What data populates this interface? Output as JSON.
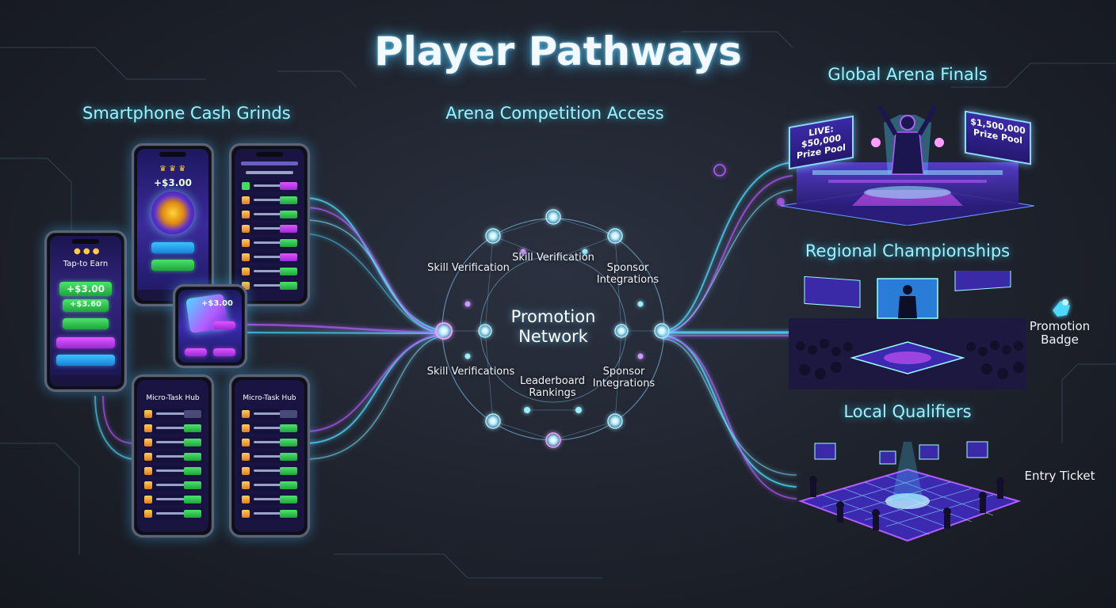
{
  "title": "Player Pathways",
  "sections": {
    "left": "Smartphone Cash Grinds",
    "center": "Arena Competition Access",
    "global": "Global Arena Finals",
    "regional": "Regional Championships",
    "local": "Local Qualifiers"
  },
  "hub": {
    "label": "Promotion Network"
  },
  "nodes": {
    "top_left": "Skill Verification",
    "top_center": "Skill Verification",
    "top_right": "Sponsor Integrations",
    "bottom_left": "Skill Verifications",
    "bottom_center": "Leaderboard Rankings",
    "bottom_right": "Sponsor Integrations"
  },
  "side_labels": {
    "promotion_badge": "Promotion Badge",
    "entry_ticket": "Entry Ticket"
  },
  "phones": {
    "tap_to_earn": {
      "title": "Tap-to Earn",
      "amount1": "+$3.00",
      "amount2": "+$3.60"
    },
    "spin": {
      "amount": "+$3.00"
    },
    "cube": {
      "amount": "+$3.00"
    },
    "micro_task_1": {
      "title": "Micro-Task Hub"
    },
    "micro_task_2": {
      "title": "Micro-Task Hub"
    }
  },
  "arena_signs": {
    "left": "LIVE: $50,000 Prize Pool",
    "right": "$1,500,000 Prize Pool"
  },
  "colors": {
    "cyan": "#4fd8ff",
    "purple": "#b35cff",
    "green": "#3fdc5f"
  }
}
